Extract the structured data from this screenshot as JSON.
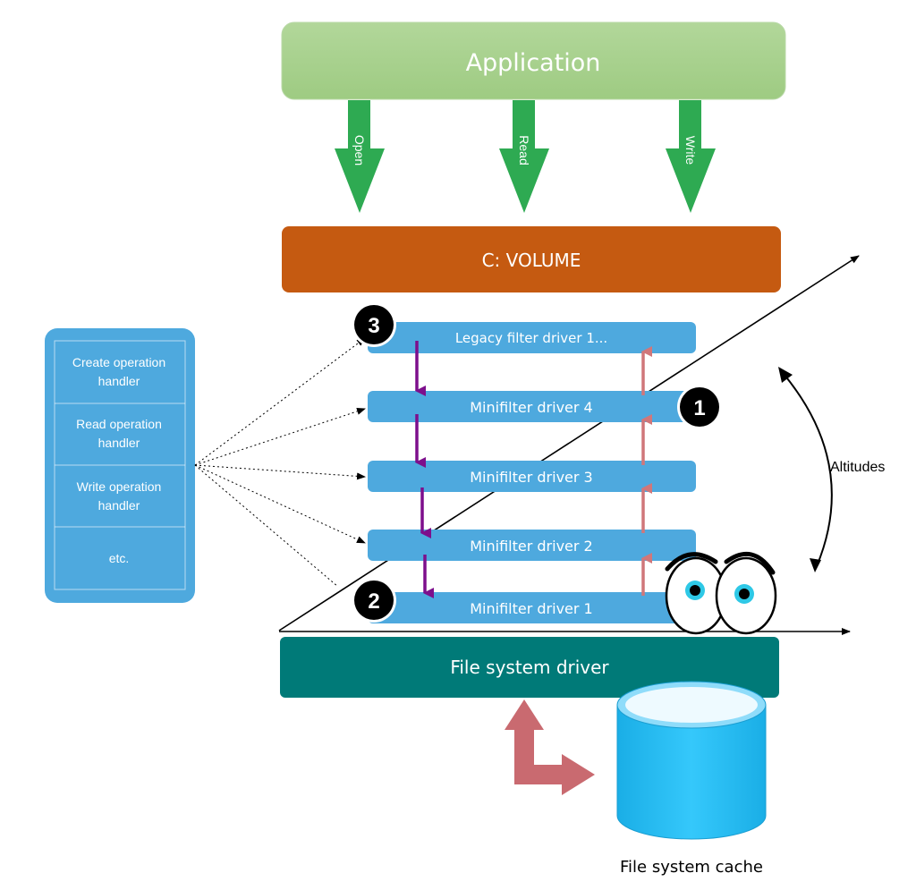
{
  "application": {
    "label": "Application"
  },
  "operations": [
    {
      "label": "Open"
    },
    {
      "label": "Read"
    },
    {
      "label": "Write"
    }
  ],
  "volume": {
    "label": "C: VOLUME"
  },
  "filter_stack": [
    {
      "label": "Legacy filter driver 1..."
    },
    {
      "label": "Minifilter driver 4"
    },
    {
      "label": "Minifilter driver 3"
    },
    {
      "label": "Minifilter driver 2"
    },
    {
      "label": "Minifilter driver 1"
    }
  ],
  "handler_panel": {
    "items": [
      {
        "line1": "Create operation",
        "line2": "handler"
      },
      {
        "line1": "Read operation",
        "line2": "handler"
      },
      {
        "line1": "Write operation",
        "line2": "handler"
      },
      {
        "line1": "etc.",
        "line2": ""
      }
    ]
  },
  "badges": [
    {
      "number": "1"
    },
    {
      "number": "2"
    },
    {
      "number": "3"
    }
  ],
  "altitudes": {
    "label": "Altitudes"
  },
  "file_system_driver": {
    "label": "File system driver"
  },
  "cache": {
    "label": "File system cache"
  },
  "colors": {
    "application_fill": "#a9d18e",
    "op_arrow": "#2eaa52",
    "volume_fill": "#c55a11",
    "filter_fill": "#4ea9de",
    "handler_fill": "#4ea9de",
    "fs_driver_fill": "#007a78",
    "cache_fill": "#29c0f7",
    "down_arrow": "#7d0f8c",
    "up_arrow": "#d0777a",
    "badge_fill": "#000000"
  }
}
